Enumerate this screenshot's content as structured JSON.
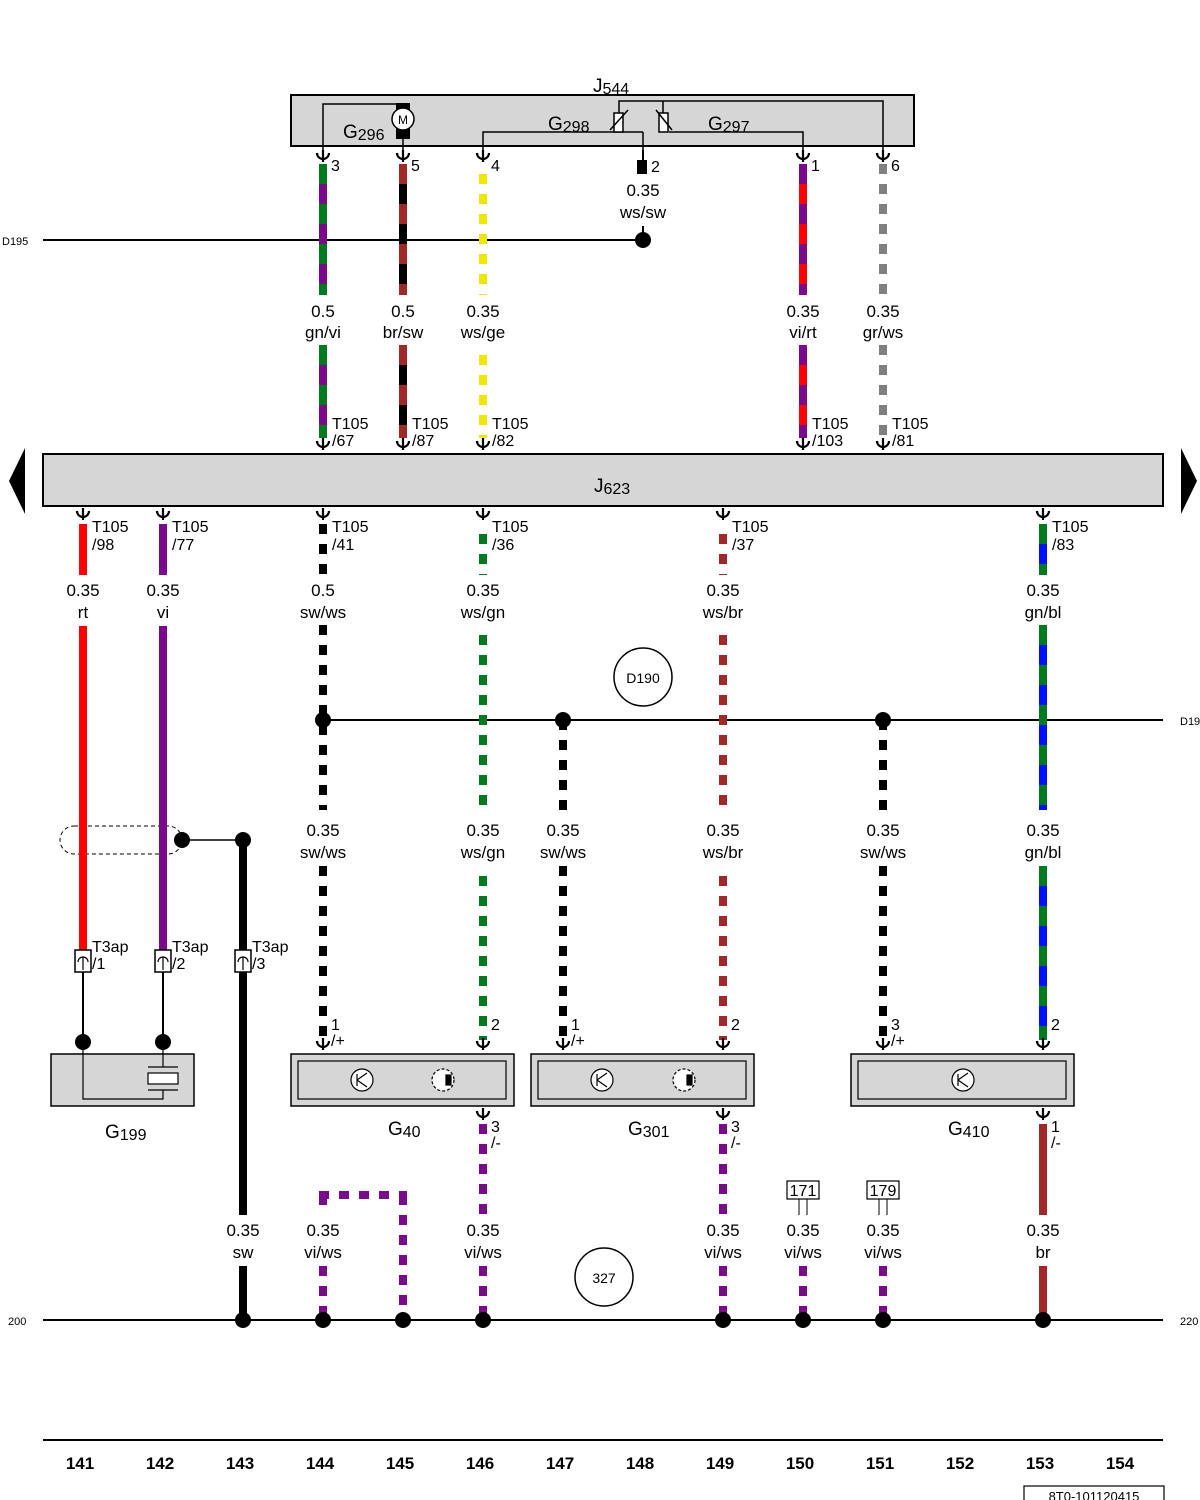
{
  "colors": {
    "gn": "#007a1f",
    "vi": "#7a0a8c",
    "br": "#a02828",
    "sw": "#000000",
    "ws": "#ffffff",
    "ge": "#f0e600",
    "rt": "#ff0000",
    "gr": "#808080",
    "bl": "#0010ff",
    "box_fill": "#d6d6d6"
  },
  "components": {
    "j544": {
      "main": "J",
      "sub": "544"
    },
    "j623": {
      "main": "J",
      "sub": "623"
    },
    "g296": {
      "main": "G",
      "sub": "296"
    },
    "g298": {
      "main": "G",
      "sub": "298"
    },
    "g297": {
      "main": "G",
      "sub": "297"
    },
    "g199": {
      "main": "G",
      "sub": "199"
    },
    "g40": {
      "main": "G",
      "sub": "40"
    },
    "g301": {
      "main": "G",
      "sub": "301"
    },
    "g410": {
      "main": "G",
      "sub": "410"
    },
    "motor_symbol": "M"
  },
  "buses": {
    "d195": "D195",
    "d19": "D19",
    "left_200": "200",
    "right_220": "220",
    "d190": "D190",
    "c327": "327"
  },
  "top_pins": [
    {
      "pin": "3",
      "size": "0.5",
      "color": "gn/vi",
      "conn": "T105",
      "cpin": "/67"
    },
    {
      "pin": "5",
      "size": "0.5",
      "color": "br/sw",
      "conn": "T105",
      "cpin": "/87"
    },
    {
      "pin": "4",
      "size": "0.35",
      "color": "ws/ge",
      "conn": "T105",
      "cpin": "/82"
    },
    {
      "pin": "1",
      "size": "0.35",
      "color": "vi/rt",
      "conn": "T105",
      "cpin": "/103"
    },
    {
      "pin": "6",
      "size": "0.35",
      "color": "gr/ws",
      "conn": "T105",
      "cpin": "/81"
    }
  ],
  "pin2": {
    "pin": "2",
    "size": "0.35",
    "color": "ws/sw"
  },
  "j623_pins": [
    {
      "conn": "T105",
      "cpin": "/98",
      "size": "0.35",
      "color": "rt"
    },
    {
      "conn": "T105",
      "cpin": "/77",
      "size": "0.35",
      "color": "vi"
    },
    {
      "conn": "T105",
      "cpin": "/41",
      "size": "0.5",
      "color": "sw/ws"
    },
    {
      "conn": "T105",
      "cpin": "/36",
      "size": "0.35",
      "color": "ws/gn"
    },
    {
      "conn": "T105",
      "cpin": "/37",
      "size": "0.35",
      "color": "ws/br"
    },
    {
      "conn": "T105",
      "cpin": "/83",
      "size": "0.35",
      "color": "gn/bl"
    }
  ],
  "mid_wires": [
    {
      "size": "0.35",
      "color": "sw/ws"
    },
    {
      "size": "0.35",
      "color": "ws/gn"
    },
    {
      "size": "0.35",
      "color": "sw/ws"
    },
    {
      "size": "0.35",
      "color": "ws/br"
    },
    {
      "size": "0.35",
      "color": "sw/ws"
    },
    {
      "size": "0.35",
      "color": "gn/bl"
    }
  ],
  "t3ap": [
    {
      "conn": "T3ap",
      "cpin": "/1"
    },
    {
      "conn": "T3ap",
      "cpin": "/2"
    },
    {
      "conn": "T3ap",
      "cpin": "/3"
    }
  ],
  "sensor_pins": [
    {
      "pin": "1",
      "pol": "/+"
    },
    {
      "pin": "2",
      "pol": ""
    },
    {
      "pin": "1",
      "pol": "/+"
    },
    {
      "pin": "2",
      "pol": ""
    },
    {
      "pin": "3",
      "pol": "/+"
    },
    {
      "pin": "2",
      "pol": ""
    }
  ],
  "ground_pins": [
    {
      "pin": "3",
      "pol": "/-"
    },
    {
      "pin": "3",
      "pol": "/-"
    },
    {
      "pin": "1",
      "pol": "/-"
    }
  ],
  "bottom_wires": [
    {
      "size": "0.35",
      "color": "sw"
    },
    {
      "size": "0.35",
      "color": "vi/ws"
    },
    {
      "size": "0.35",
      "color": "vi/ws"
    },
    {
      "size": "0.35",
      "color": "vi/ws"
    },
    {
      "size": "0.35",
      "color": "vi/ws"
    },
    {
      "size": "0.35",
      "color": "vi/ws"
    },
    {
      "size": "0.35",
      "color": "br"
    }
  ],
  "refs": [
    "171",
    "179"
  ],
  "columns": [
    "141",
    "142",
    "143",
    "144",
    "145",
    "146",
    "147",
    "148",
    "149",
    "150",
    "151",
    "152",
    "153",
    "154"
  ],
  "doc_id": "8T0-101120415"
}
